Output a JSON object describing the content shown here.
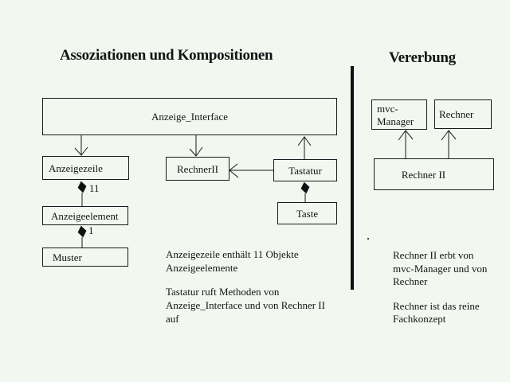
{
  "left_section": {
    "title": "Assoziationen und Kompositionen",
    "boxes": {
      "anzeige_interface": "Anzeige_Interface",
      "anzeigezeile": "Anzeigezeile",
      "rechner2": "RechnerII",
      "tastatur": "Tastatur",
      "anzeigeelement": "Anzeigeelement",
      "muster": "Muster",
      "taste": "Taste"
    },
    "multiplicity": {
      "anzeigeelemente": "11",
      "muster": "1"
    },
    "note_composition": [
      "Anzeigezeile enthält 11 Objekte",
      "Anzeigeelemente"
    ],
    "note_association": [
      "Tastatur ruft Methoden von",
      "Anzeige_Interface und von Rechner II",
      "auf"
    ]
  },
  "right_section": {
    "title": "Vererbung",
    "boxes": {
      "mvc_manager": [
        "mvc-",
        "Manager"
      ],
      "rechner": "Rechner",
      "rechner2": "Rechner II"
    },
    "note_inheritance": [
      "Rechner II erbt von",
      "mvc-Manager und von",
      "Rechner"
    ],
    "note_concept": [
      "Rechner ist das reine",
      "Fachkonzept"
    ]
  },
  "colors": {
    "background": "#f2f7f0",
    "line": "#1a1a1a",
    "text": "#141414"
  }
}
